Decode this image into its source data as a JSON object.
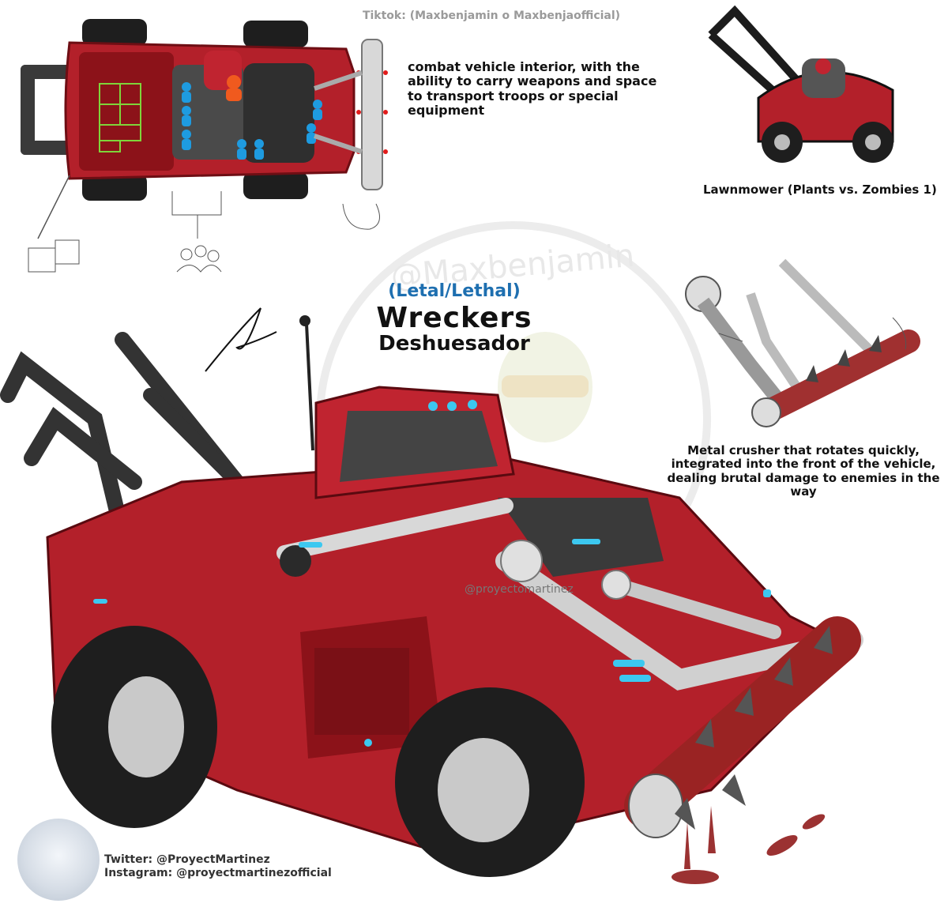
{
  "credits": {
    "tiktok": "Tiktok: (Maxbenjamin o Maxbenjaofficial)",
    "watermark_center": "@Maxbenjamin",
    "watermark_small": "@proyectomartinez",
    "twitter": "Twitter: @ProyectMartinez",
    "instagram": "Instagram: @proyectmartinezofficial"
  },
  "captions": {
    "interior": "combat vehicle interior, with the ability to carry weapons and space to transport troops or special equipment",
    "lawnmower": "Lawnmower (Plants vs. Zombies 1)",
    "crusher": "Metal crusher that rotates quickly, integrated into the front of the vehicle, dealing brutal damage to enemies in the way"
  },
  "title": {
    "subtitle": "(Letal/Lethal)",
    "name_en": "Wreckers",
    "name_es": "Deshuesador"
  },
  "colors": {
    "body_red": "#b3202a",
    "dark_red": "#7a1016",
    "roll_cage": "#3a3a3a",
    "tire": "#1e1e1e",
    "rim": "#c9c9c9",
    "metal": "#d8d8d8",
    "light_cyan": "#3cc8f0",
    "troop_blue": "#1e9be0",
    "driver_orange": "#f05a1e",
    "crate_green": "#7fd43a",
    "blood": "#8a0f0f",
    "title_blue": "#1e6fb0"
  }
}
